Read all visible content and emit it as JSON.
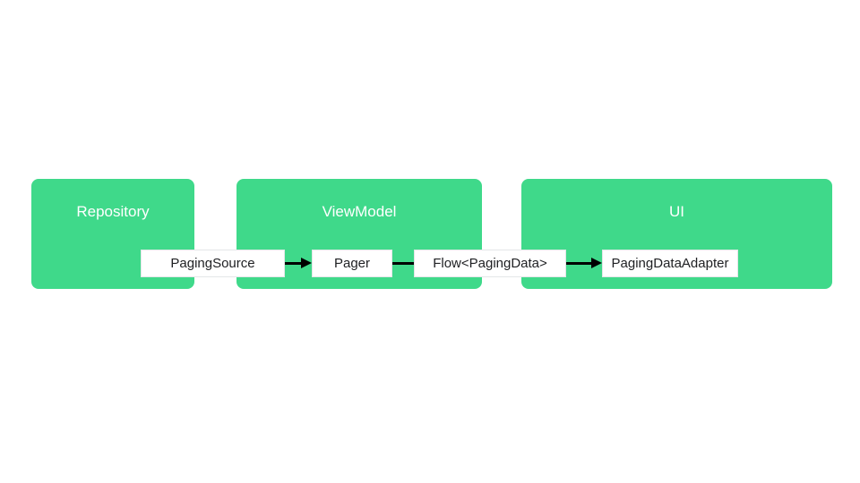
{
  "diagram": {
    "colors": {
      "background": "#ffffff",
      "container_green": "#3fd98a",
      "container_text": "#ffffff",
      "node_background": "#ffffff",
      "node_text": "#202124",
      "arrow": "#000000"
    },
    "containers": [
      {
        "id": "repository",
        "label": "Repository"
      },
      {
        "id": "viewmodel",
        "label": "ViewModel"
      },
      {
        "id": "ui",
        "label": "UI"
      }
    ],
    "nodes": [
      {
        "id": "paging-source",
        "label": "PagingSource",
        "container": "repository"
      },
      {
        "id": "pager",
        "label": "Pager",
        "container": "viewmodel"
      },
      {
        "id": "flow-paging-data",
        "label": "Flow<PagingData>",
        "container": "viewmodel/ui boundary"
      },
      {
        "id": "paging-data-adapter",
        "label": "PagingDataAdapter",
        "container": "ui"
      }
    ],
    "edges": [
      {
        "from": "paging-source",
        "to": "pager",
        "arrowhead": true
      },
      {
        "from": "pager",
        "to": "flow-paging-data",
        "arrowhead": false
      },
      {
        "from": "flow-paging-data",
        "to": "paging-data-adapter",
        "arrowhead": true
      }
    ]
  }
}
